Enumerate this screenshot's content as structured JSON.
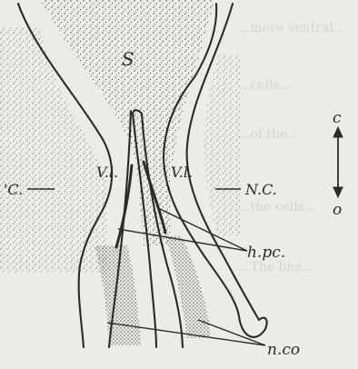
{
  "labels": {
    "s": "S",
    "vl_left": "V.l.",
    "vl_right": "V.l.",
    "c_left": "'C.",
    "nc_right": "N.C.",
    "hpc": "h.pc.",
    "nco": "n.co",
    "compass_top": "c",
    "compass_bottom": "o"
  },
  "colors": {
    "paper": "#ecebe6",
    "ink": "#2a2a2a"
  },
  "background_text": {
    "lines": [
      "...more ventral...",
      "...cells...",
      "...of the...",
      "...the cells...",
      "...The line..."
    ]
  }
}
